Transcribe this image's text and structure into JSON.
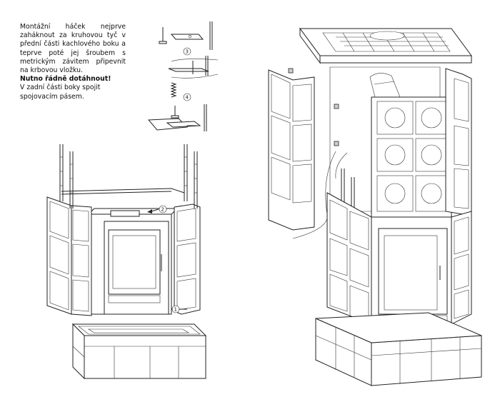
{
  "instructions": {
    "paragraph": "Montážní háček nejprve zaháknout za kruhovou tyč v přední části kachlového boku a teprve poté jej šroubem s metrickým závitem připevnit na krbovou vložku.",
    "warning": "Nutno řádně dotáhnout!",
    "note": "V zadní části boky spojit spojovacím pásem."
  },
  "step_markers": [
    "1",
    "2",
    "3",
    "4"
  ]
}
